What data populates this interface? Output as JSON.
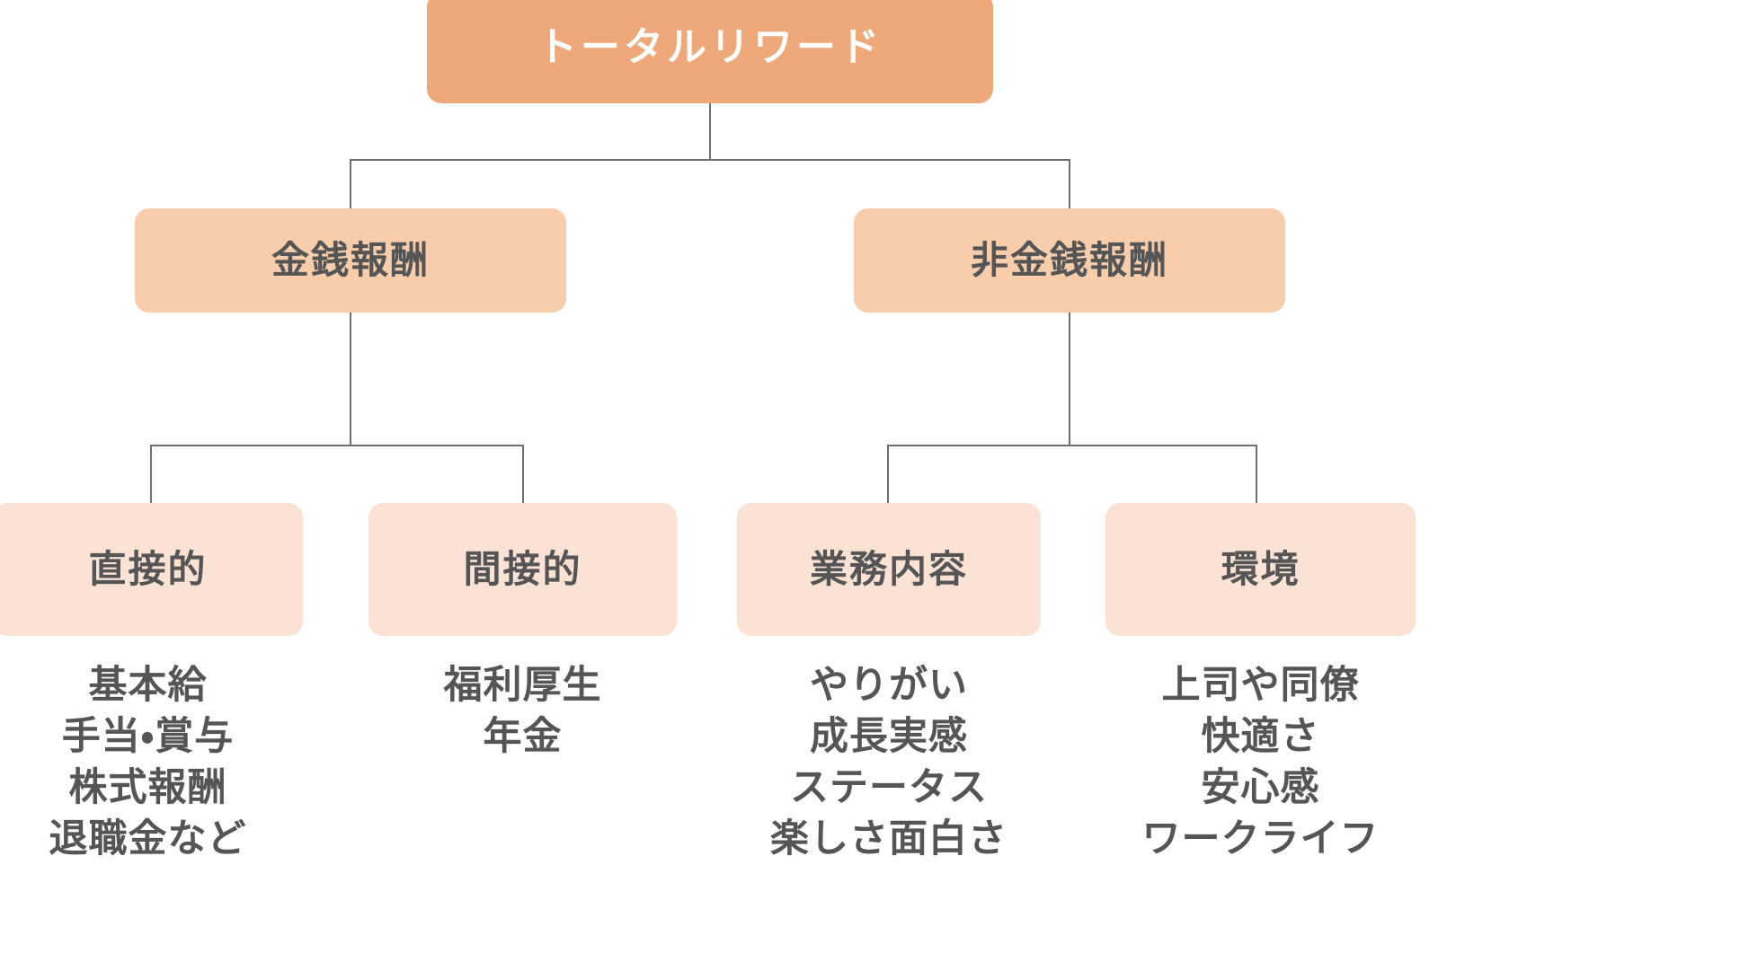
{
  "diagram": {
    "type": "tree-hierarchy",
    "title": "トータルリワード",
    "colors": {
      "level1_fill": "#efa87a",
      "level1_text": "#ffffff",
      "level2_fill": "#f7cdab",
      "level3_fill": "#fae3d4",
      "node_text": "#555555",
      "connector": "#6e6e6e",
      "background": "#ffffff"
    },
    "root": {
      "label": "トータルリワード"
    },
    "branches": [
      {
        "label": "金銭報酬",
        "children": [
          {
            "label": "直接的",
            "items": [
              "基本給",
              "手当・賞与",
              "株式報酬",
              "退職金など"
            ]
          },
          {
            "label": "間接的",
            "items": [
              "福利厚生",
              "年金"
            ]
          }
        ]
      },
      {
        "label": "非金銭報酬",
        "children": [
          {
            "label": "業務内容",
            "items": [
              "やりがい",
              "成長実感",
              "ステータス",
              "楽しさ面白さ"
            ]
          },
          {
            "label": "環境",
            "items": [
              "上司や同僚",
              "快適さ",
              "安心感",
              "ワークライフ"
            ]
          }
        ]
      }
    ]
  }
}
